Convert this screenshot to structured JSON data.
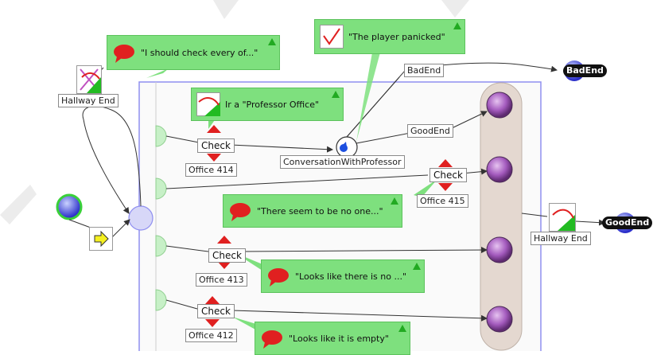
{
  "nodes": {
    "hallway_end_top": "Hallway End",
    "hallway_end_right": "Hallway End",
    "bad_end_edge": "BadEnd",
    "bad_end_node": "BadEnd",
    "good_end_edge": "GoodEnd",
    "good_end_node": "GoodEnd",
    "conversation": "ConversationWithProfessor",
    "office_414": "Office 414",
    "office_415": "Office 415",
    "office_413": "Office 413",
    "office_412": "Office 412",
    "check_414": "Check",
    "check_415": "Check",
    "check_413": "Check",
    "check_412": "Check"
  },
  "bubbles": {
    "top_left": "\"I should check every of...\"",
    "panicked": "\"The player panicked\"",
    "professor_office": "Ir a \"Professor Office\"",
    "no_one": "\"There seem to be no one...\"",
    "looks_like_no": "\"Looks like there is no ...\"",
    "empty": "\"Looks like it is empty\""
  },
  "colors": {
    "bubble_green": "#7ee07e",
    "frame_blue": "#8f8ff0",
    "purple_node": "#9a4fb0",
    "arrow_red": "#e02020"
  }
}
